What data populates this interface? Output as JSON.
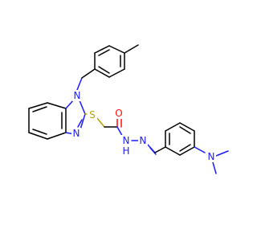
{
  "molecule": {
    "atoms": {
      "n_ring_top": "N",
      "n_ring_bottom": "N",
      "sulfur": "S",
      "oxygen": "O",
      "nh": "N",
      "nh_h": "H",
      "n_imine": "N",
      "n_dimethyl": "N"
    }
  },
  "colors": {
    "bond": "#000000",
    "nitrogen": "#1a1aff",
    "oxygen": "#ff0d0d",
    "sulfur": "#b8a200",
    "background": "#ffffff"
  }
}
